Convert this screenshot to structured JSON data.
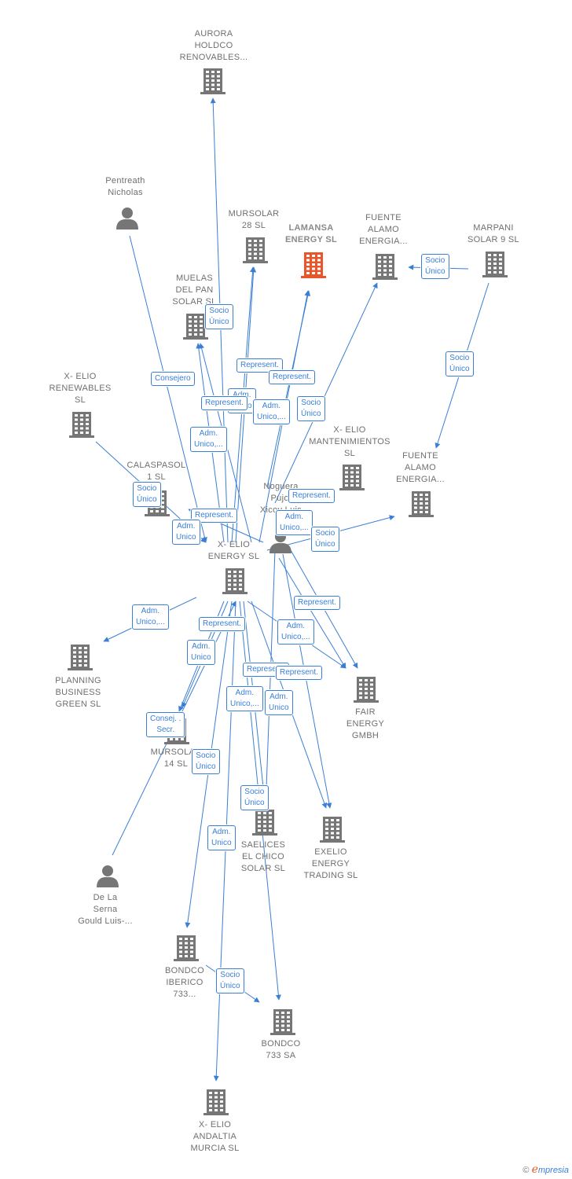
{
  "colors": {
    "edge": "#3a7fd5",
    "node": "#767676",
    "main_node": "#e8562a",
    "badge_border": "#3a7fd5"
  },
  "nodes": {
    "aurora": {
      "label": "AURORA\nHOLDCO\nRENOVABLES...",
      "icon": "building-icon"
    },
    "pentreath": {
      "label": "Pentreath\nNicholas",
      "icon": "person-icon"
    },
    "mursolar28": {
      "label": "MURSOLAR\n28 SL",
      "icon": "building-icon"
    },
    "lamansa": {
      "label": "LAMANSA\nENERGY SL",
      "icon": "building-icon"
    },
    "fuente1": {
      "label": "FUENTE\nALAMO\nENERGIA...",
      "icon": "building-icon"
    },
    "marpani": {
      "label": "MARPANI\nSOLAR 9 SL",
      "icon": "building-icon"
    },
    "muelas": {
      "label": "MUELAS\nDEL PAN\nSOLAR SL",
      "icon": "building-icon"
    },
    "xelio_renew": {
      "label": "X- ELIO\nRENEWABLES\nSL",
      "icon": "building-icon"
    },
    "xelio_mant": {
      "label": "X- ELIO\nMANTENIMIENTOS\nSL",
      "icon": "building-icon"
    },
    "fuente2": {
      "label": "FUENTE\nALAMO\nENERGIA...",
      "icon": "building-icon"
    },
    "calaspasol": {
      "label": "CALASPASOL\n1 SL",
      "icon": "building-icon"
    },
    "noguera": {
      "label": "Noguera\nPujol\nXicoy Luis",
      "icon": "person-icon"
    },
    "xelio_energy": {
      "label": "X- ELIO\nENERGY SL",
      "icon": "building-icon"
    },
    "planning": {
      "label": "PLANNING\nBUSINESS\nGREEN SL",
      "icon": "building-icon"
    },
    "fair": {
      "label": "FAIR\nENERGY\nGMBH",
      "icon": "building-icon"
    },
    "mursolar14": {
      "label": "MURSOLAR\n14 SL",
      "icon": "building-icon"
    },
    "saelices": {
      "label": "SAELICES\nEL CHICO\nSOLAR SL",
      "icon": "building-icon"
    },
    "exelio": {
      "label": "EXELIO\nENERGY\nTRADING SL",
      "icon": "building-icon"
    },
    "delaserna": {
      "label": "De La\nSerna\nGould Luis-...",
      "icon": "person-icon"
    },
    "bondco_iberico": {
      "label": "BONDCO\nIBERICO\n733...",
      "icon": "building-icon"
    },
    "bondco733": {
      "label": "BONDCO\n733 SA",
      "icon": "building-icon"
    },
    "xelio_andaltia": {
      "label": "X- ELIO\nANDALTIA\nMURCIA SL",
      "icon": "building-icon"
    }
  },
  "badges": [
    {
      "text": "Socio\nÚnico"
    },
    {
      "text": "Socio\nÚnico"
    },
    {
      "text": "Socio\nÚnico"
    },
    {
      "text": "Represent."
    },
    {
      "text": "Represent."
    },
    {
      "text": "Consejero"
    },
    {
      "text": "Adm.\nUnico"
    },
    {
      "text": "Represent."
    },
    {
      "text": "Adm.\nUnico,..."
    },
    {
      "text": "Socio\nÚnico"
    },
    {
      "text": "Adm.\nUnico,..."
    },
    {
      "text": "Socio\nÚnico"
    },
    {
      "text": "Represent."
    },
    {
      "text": "Adm.\nUnico,..."
    },
    {
      "text": "Represent."
    },
    {
      "text": "Adm.\nUnico"
    },
    {
      "text": "Socio\nÚnico"
    },
    {
      "text": "Adm.\nUnico,..."
    },
    {
      "text": "Represent."
    },
    {
      "text": "Represent."
    },
    {
      "text": "Adm.\nUnico,..."
    },
    {
      "text": "Adm.\nUnico"
    },
    {
      "text": "Represent."
    },
    {
      "text": "Represent."
    },
    {
      "text": "Adm.\nUnico,..."
    },
    {
      "text": "Adm.\nUnico"
    },
    {
      "text": "Consej. .\nSecr."
    },
    {
      "text": "Socio\nÚnico"
    },
    {
      "text": "Socio\nÚnico"
    },
    {
      "text": "Adm.\nUnico"
    },
    {
      "text": "Socio\nÚnico"
    }
  ],
  "copyright": {
    "symbol": "©",
    "brand_initial": "e",
    "brand_rest": "mpresia"
  }
}
